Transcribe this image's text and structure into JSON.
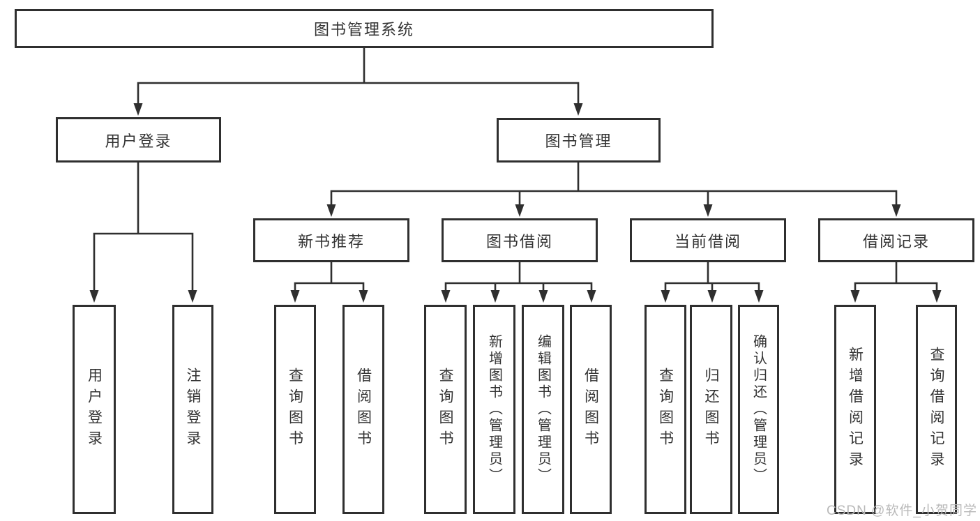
{
  "diagram": {
    "colors": {
      "line": "#2f2f2f",
      "text": "#333333",
      "watermark": "#b9b9b9",
      "background": "#ffffff"
    },
    "tree": {
      "label": "图书管理系统",
      "children": [
        {
          "label": "用户登录",
          "children": [
            {
              "label": "用户登录"
            },
            {
              "label": "注销登录"
            }
          ]
        },
        {
          "label": "图书管理",
          "children": [
            {
              "label": "新书推荐",
              "children": [
                {
                  "label": "查询图书"
                },
                {
                  "label": "借阅图书"
                }
              ]
            },
            {
              "label": "图书借阅",
              "children": [
                {
                  "label": "查询图书"
                },
                {
                  "label": "新增图书（管理员）"
                },
                {
                  "label": "编辑图书（管理员）"
                },
                {
                  "label": "借阅图书"
                }
              ]
            },
            {
              "label": "当前借阅",
              "children": [
                {
                  "label": "查询图书"
                },
                {
                  "label": "归还图书"
                },
                {
                  "label": "确认归还（管理员）"
                }
              ]
            },
            {
              "label": "借阅记录",
              "children": [
                {
                  "label": "新增借阅记录"
                },
                {
                  "label": "查询借阅记录"
                }
              ]
            }
          ]
        }
      ]
    },
    "watermark": "CSDN @软件_小贺同学"
  }
}
